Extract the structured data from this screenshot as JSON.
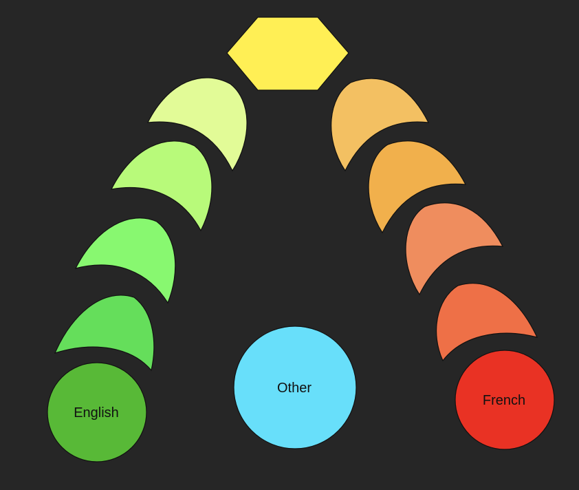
{
  "diagram": {
    "background": "#262626",
    "hub": {
      "shape": "hexagon",
      "color": "#FFEF55"
    },
    "nodes": [
      {
        "id": "english",
        "label": "English",
        "color": "#58B937"
      },
      {
        "id": "other",
        "label": "Other",
        "color": "#68DFFA"
      },
      {
        "id": "french",
        "label": "French",
        "color": "#E93224"
      }
    ],
    "left_chain": {
      "target": "english",
      "segments": [
        {
          "color": "#E2FB97"
        },
        {
          "color": "#B8FA7A"
        },
        {
          "color": "#88F870"
        },
        {
          "color": "#65DE5B"
        }
      ]
    },
    "right_chain": {
      "target": "french",
      "segments": [
        {
          "color": "#F3C062"
        },
        {
          "color": "#F1B04C"
        },
        {
          "color": "#EF8D5E"
        },
        {
          "color": "#EE7047"
        }
      ]
    }
  }
}
